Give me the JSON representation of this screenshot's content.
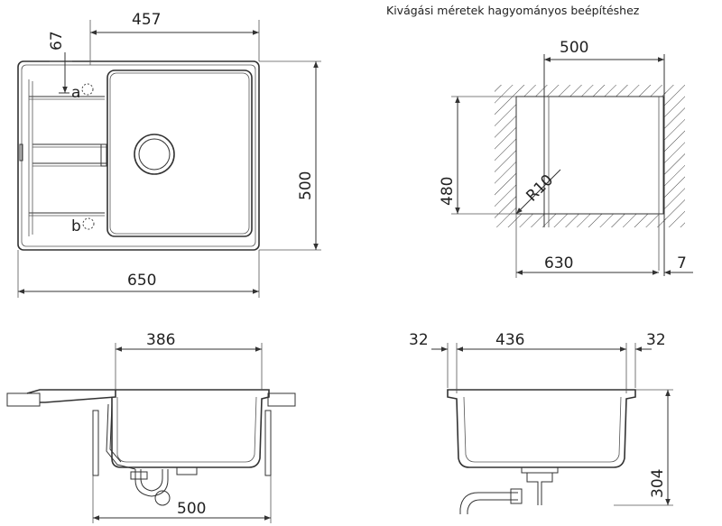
{
  "caption": "Kivágási méretek hagyományos beépítéshez",
  "top_view": {
    "width_total": "650",
    "bowl_width": "457",
    "depth": "500",
    "edge_offset": "67",
    "marker_a": "a",
    "marker_b": "b"
  },
  "cutout": {
    "width": "500",
    "depth": "480",
    "radius": "R10",
    "cabinet": "630",
    "gap": "7"
  },
  "side_view_left": {
    "bowl_width": "386",
    "cabinet": "500"
  },
  "side_view_right": {
    "rim_left": "32",
    "inner_width": "436",
    "rim_right": "32",
    "height": "304"
  }
}
